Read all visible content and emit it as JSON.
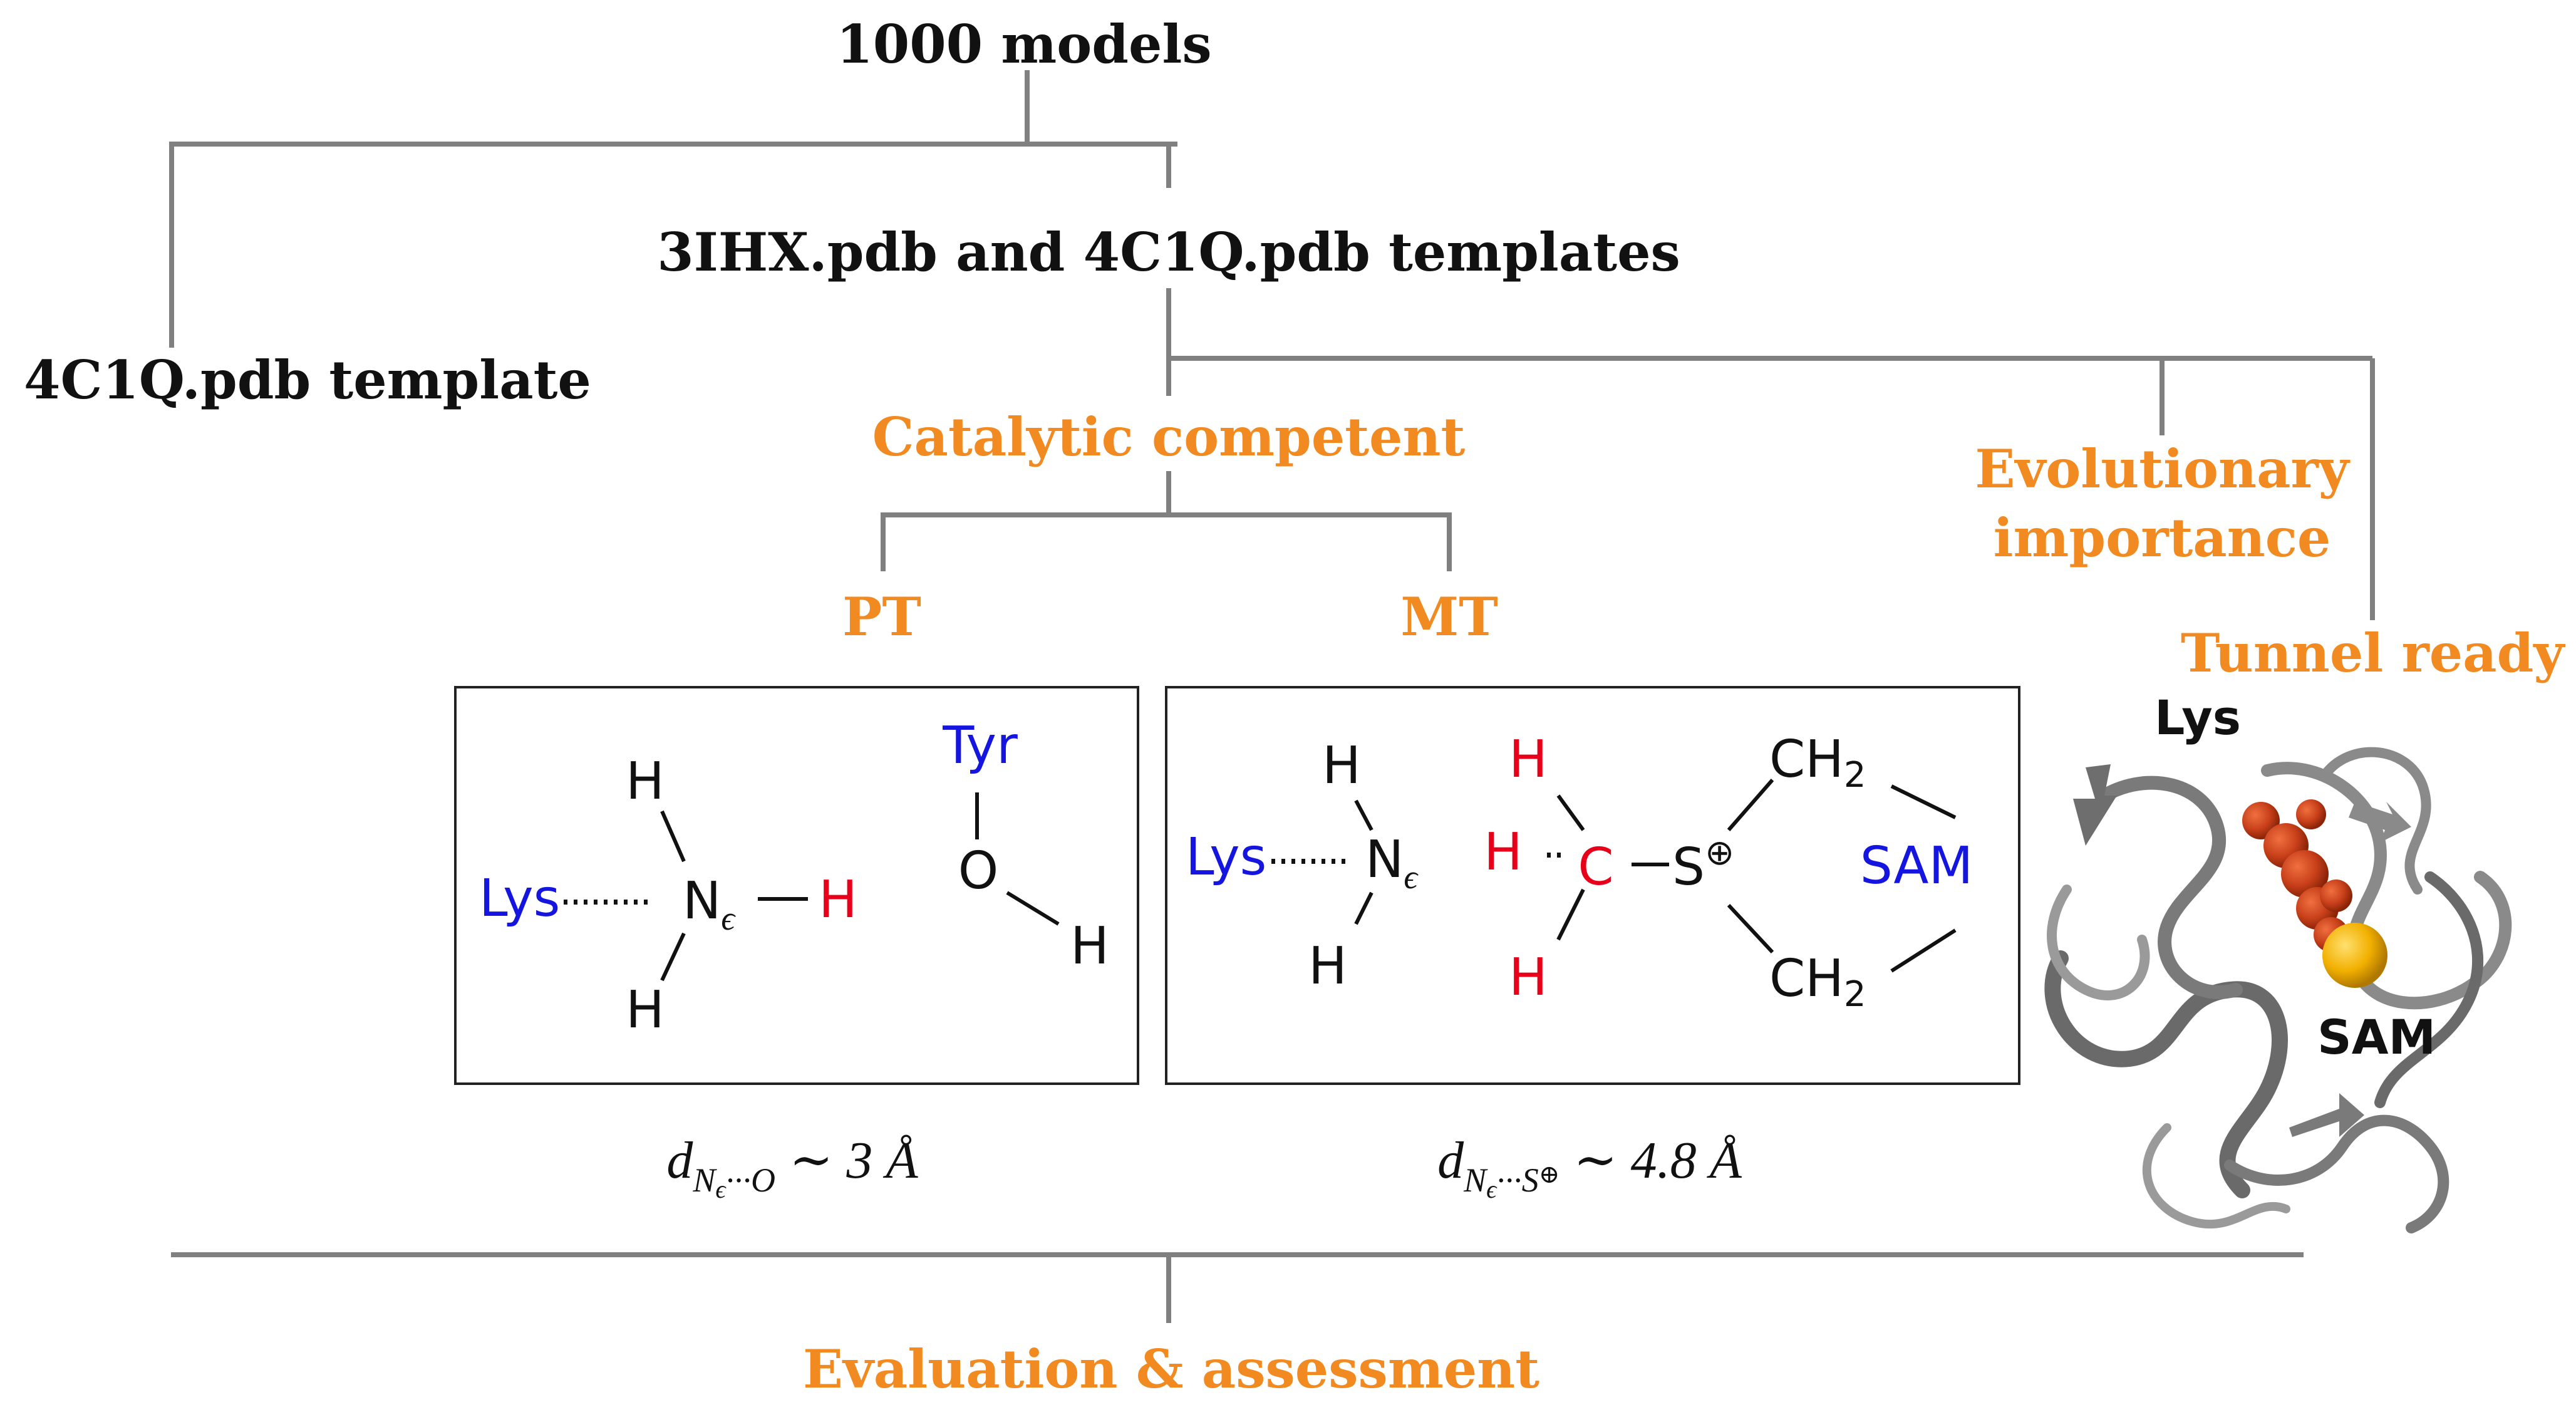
{
  "tree": {
    "root": "1000 models",
    "left_branch": "4C1Q.pdb template",
    "right_branch": "3IHX.pdb and 4C1Q.pdb templates",
    "criteria": {
      "catalytic": "Catalytic competent",
      "evolutionary_line1": "Evolutionary",
      "evolutionary_line2": "importance",
      "tunnel": "Tunnel ready"
    },
    "pt": "PT",
    "mt": "MT",
    "final": "Evaluation & assessment"
  },
  "pt_box": {
    "lys": "Lys",
    "n": "N",
    "eps": "ϵ",
    "h_top": "H",
    "h_bottom": "H",
    "h_right": "H",
    "tyr": "Tyr",
    "o": "O",
    "h_o": "H",
    "distance": {
      "d": "d",
      "sub": "N",
      "sub_eps": "ϵ",
      "sub_rest": "···O",
      "rest": "∼ 3 Å"
    }
  },
  "mt_box": {
    "lys": "Lys",
    "n": "N",
    "eps": "ϵ",
    "h_top": "H",
    "h_bottom": "H",
    "c": "C",
    "c_h_top": "H",
    "c_h_left": "H",
    "c_h_bottom": "H",
    "s": "S",
    "s_plus": "⊕",
    "ch2_top": "CH",
    "ch2_top_sub": "2",
    "ch2_bottom": "CH",
    "ch2_bottom_sub": "2",
    "sam": "SAM",
    "distance": {
      "d": "d",
      "sub": "N",
      "sub_eps": "ϵ",
      "sub_rest": "···S",
      "sub_plus": "⊕",
      "rest": "∼ 4.8 Å"
    }
  },
  "protein": {
    "lys": "Lys",
    "sam": "SAM"
  },
  "colors": {
    "orange": "#F28A22",
    "line": "#808080",
    "blue": "#1515E0",
    "red": "#E8001A",
    "black": "#111111"
  }
}
